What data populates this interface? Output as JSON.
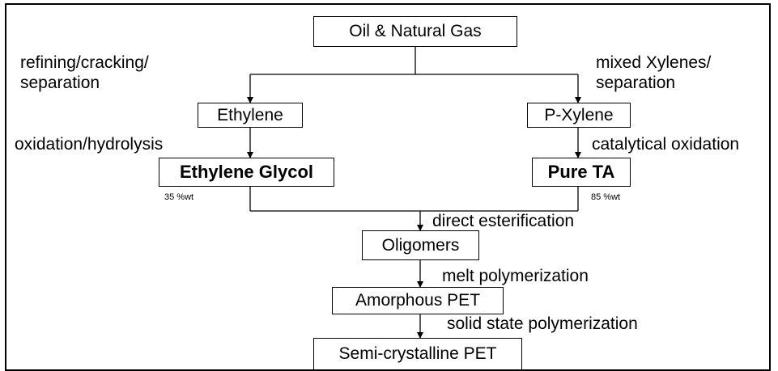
{
  "nodes": {
    "oil_gas": "Oil & Natural Gas",
    "ethylene": "Ethylene",
    "pxylene": "P-Xylene",
    "ethylene_glycol": "Ethylene Glycol",
    "pure_ta": "Pure TA",
    "oligomers": "Oligomers",
    "amorphous_pet": "Amorphous PET",
    "semicrystalline_pet": "Semi-crystalline PET"
  },
  "edge_labels": {
    "refining": "refining/cracking/\nseparation",
    "mixed_xylenes": "mixed Xylenes/\nseparation",
    "oxidation_hydrolysis": "oxidation/hydrolysis",
    "catalytical_oxidation": "catalytical oxidation",
    "direct_esterification": "direct esterification",
    "melt_polymerization": "melt polymerization",
    "solid_state": "solid state polymerization"
  },
  "annotations": {
    "eg_wt": "35 %wt",
    "ta_wt": "85 %wt"
  }
}
